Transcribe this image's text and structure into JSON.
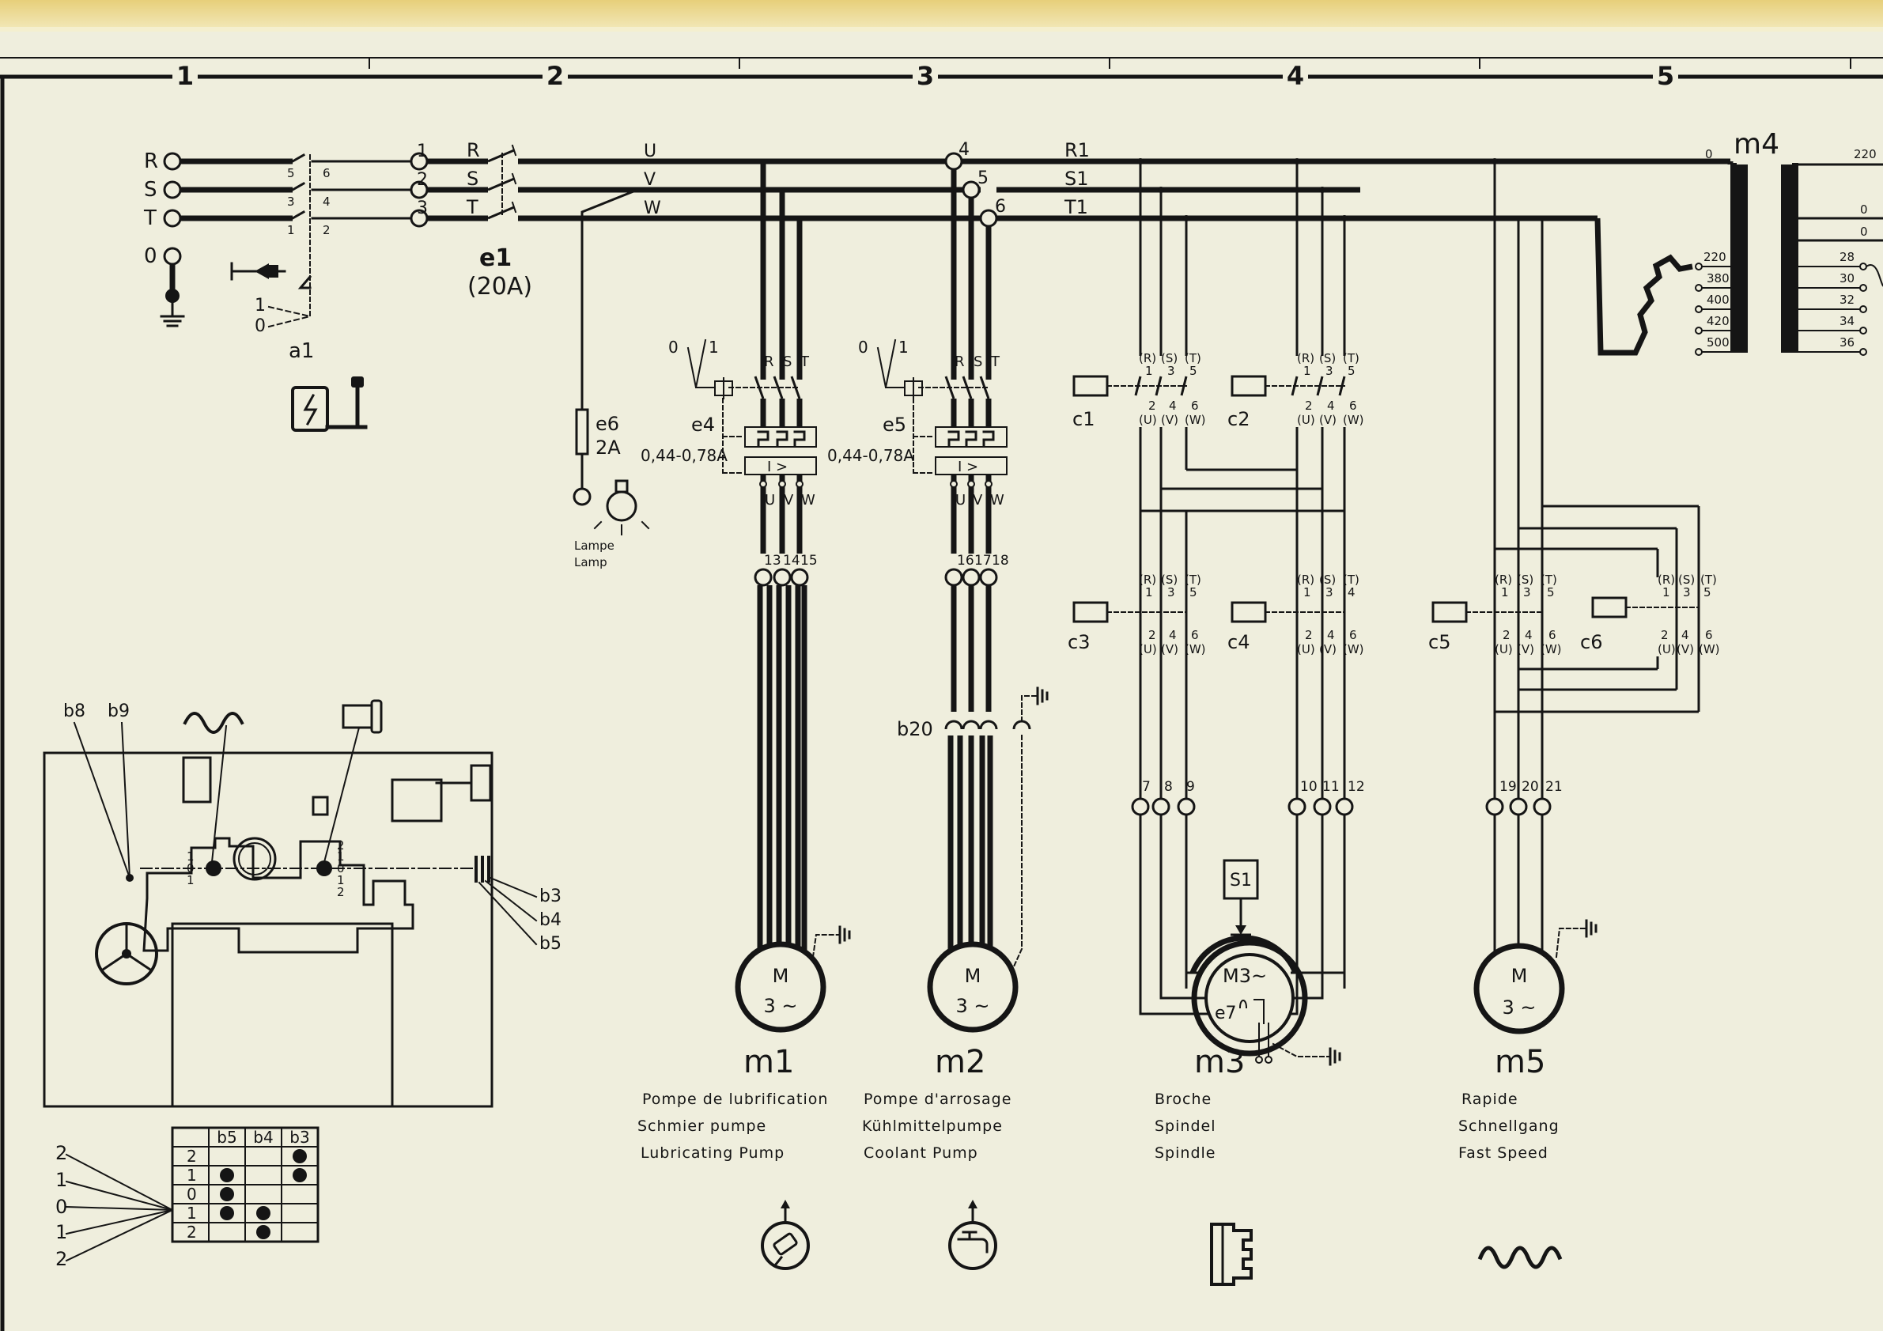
{
  "columns": [
    "1",
    "2",
    "3",
    "4",
    "5"
  ],
  "supply": {
    "phases": [
      "R",
      "S",
      "T"
    ],
    "earth": "0",
    "terminals": [
      "1",
      "2",
      "3"
    ],
    "switch_positions": [
      "1",
      "0"
    ],
    "switch_name": "a1",
    "switch_contacts": [
      "5",
      "6",
      "3",
      "4",
      "1",
      "2"
    ]
  },
  "main_switch": {
    "name": "e1",
    "rating": "(20A)",
    "phases": [
      "R",
      "S",
      "T"
    ]
  },
  "outputs": {
    "uvw": [
      "U",
      "V",
      "W"
    ],
    "lines": [
      "R1",
      "S1",
      "T1"
    ],
    "nodes": [
      "4",
      "5",
      "6"
    ]
  },
  "lamp": {
    "fuse": "e6",
    "fuse_rating": "2A",
    "label_fr": "Lampe",
    "label_de": "Lamp"
  },
  "transformer": {
    "name": "m4",
    "primary_top": "0",
    "secondary_top": "220",
    "primary_taps": [
      "220",
      "380",
      "400",
      "420",
      "500"
    ],
    "secondary_taps": [
      "0",
      "0",
      "28",
      "30",
      "32",
      "34",
      "36"
    ]
  },
  "starters": [
    {
      "name": "e4",
      "setting": "0,44-0,78A",
      "in": [
        "R",
        "S",
        "T"
      ],
      "out": [
        "U",
        "V",
        "W"
      ],
      "switch": [
        "0",
        "1"
      ],
      "terminals": [
        "13",
        "14",
        "15"
      ]
    },
    {
      "name": "e5",
      "setting": "0,44-0,78A",
      "in": [
        "R",
        "S",
        "T"
      ],
      "out": [
        "U",
        "V",
        "W"
      ],
      "switch": [
        "0",
        "1"
      ],
      "terminals": [
        "16",
        "17",
        "18"
      ]
    }
  ],
  "relay_symbol": "I >",
  "plug": {
    "name": "b20"
  },
  "contactors": [
    {
      "name": "c1",
      "top": [
        "(R)",
        "(S)",
        "(T)"
      ],
      "top_num": [
        "1",
        "3",
        "5"
      ],
      "bot_num": [
        "2",
        "4",
        "6"
      ],
      "bot": [
        "(U)",
        "(V)",
        "(W)"
      ]
    },
    {
      "name": "c2",
      "top": [
        "(R)",
        "(S)",
        "(T)"
      ],
      "top_num": [
        "1",
        "3",
        "5"
      ],
      "bot_num": [
        "2",
        "4",
        "6"
      ],
      "bot": [
        "(U)",
        "(V)",
        "(W)"
      ]
    },
    {
      "name": "c3",
      "top": [
        "(R)",
        "(S)",
        "(T)"
      ],
      "top_num": [
        "1",
        "3",
        "5"
      ],
      "bot_num": [
        "2",
        "4",
        "6"
      ],
      "bot": [
        "(U)",
        "(V)",
        "(W)"
      ]
    },
    {
      "name": "c4",
      "top": [
        "(R)",
        "(S)",
        "(T)"
      ],
      "top_num": [
        "1",
        "3",
        "4"
      ],
      "bot_num": [
        "2",
        "4",
        "6"
      ],
      "bot": [
        "(U)",
        "(V)",
        "(W)"
      ]
    },
    {
      "name": "c5",
      "top": [
        "(R)",
        "(S)",
        "(T)"
      ],
      "top_num": [
        "1",
        "3",
        "5"
      ],
      "bot_num": [
        "2",
        "4",
        "6"
      ],
      "bot": [
        "(U)",
        "(V)",
        "(W)"
      ]
    },
    {
      "name": "c6",
      "top": [
        "(R)",
        "(S)",
        "(T)"
      ],
      "top_num": [
        "1",
        "3",
        "5"
      ],
      "bot_num": [
        "2",
        "4",
        "6"
      ],
      "bot": [
        "(U)",
        "(V)",
        "(W)"
      ]
    }
  ],
  "spindle_terminals": [
    "7",
    "8",
    "9",
    "10",
    "11",
    "12"
  ],
  "fast_terminals": [
    "19",
    "20",
    "21"
  ],
  "motors": [
    {
      "name": "m1",
      "symbol": "M",
      "phase": "3 ~",
      "fr": "Pompe de lubrification",
      "de": "Schmier pumpe",
      "en": "Lubricating Pump"
    },
    {
      "name": "m2",
      "symbol": "M",
      "phase": "3 ~",
      "fr": "Pompe d'arrosage",
      "de": "Kühlmittelpumpe",
      "en": "Coolant Pump"
    },
    {
      "name": "m3",
      "symbol": "M3~",
      "phase": "",
      "fr": "Broche",
      "de": "Spindel",
      "en": "Spindle"
    },
    {
      "name": "m5",
      "symbol": "M",
      "phase": "3 ~",
      "fr": "Rapide",
      "de": "Schnellgang",
      "en": "Fast Speed"
    }
  ],
  "brake": {
    "name": "S1",
    "thermal": "e7"
  },
  "machine": {
    "limit_switches": [
      "b8",
      "b9"
    ],
    "cam_switches": [
      "b3",
      "b4",
      "b5"
    ],
    "lever_a": [
      "1",
      "0",
      "1"
    ],
    "lever_b": [
      "2",
      "1",
      "0",
      "1",
      "2"
    ]
  },
  "truth_table": {
    "headers": [
      "b5",
      "b4",
      "b3"
    ],
    "rows": [
      {
        "pos": "2",
        "cells": [
          false,
          false,
          true
        ]
      },
      {
        "pos": "1",
        "cells": [
          true,
          false,
          true
        ]
      },
      {
        "pos": "0",
        "cells": [
          true,
          false,
          false
        ]
      },
      {
        "pos": "1",
        "cells": [
          true,
          true,
          false
        ]
      },
      {
        "pos": "2",
        "cells": [
          false,
          true,
          false
        ]
      }
    ]
  },
  "fan_labels": [
    "2",
    "1",
    "0",
    "1",
    "2"
  ]
}
